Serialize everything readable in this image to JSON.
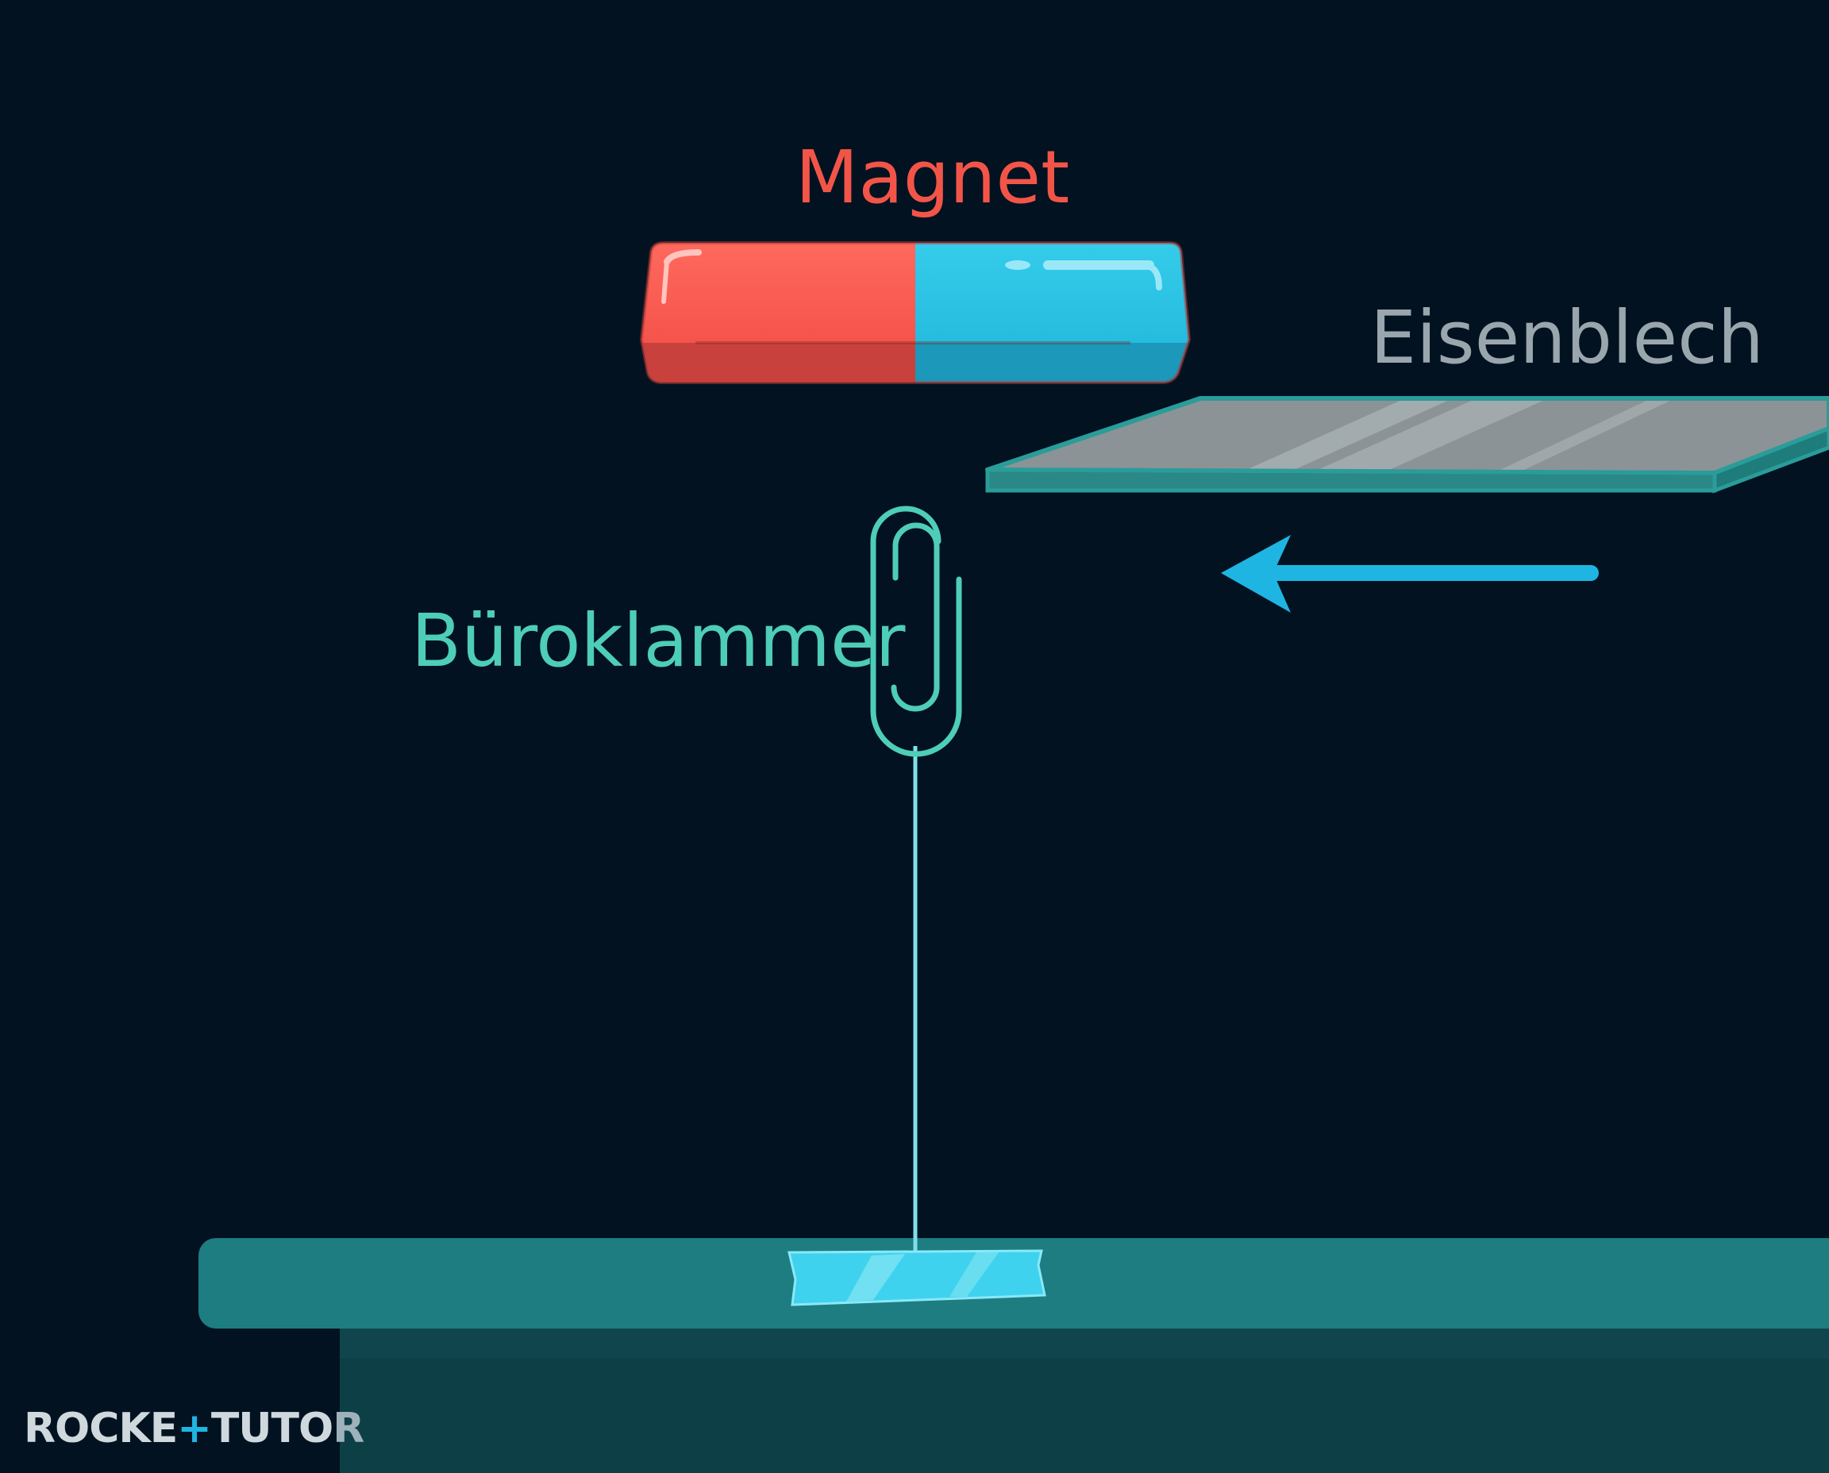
{
  "labels": {
    "magnet": "Magnet",
    "sheet": "Eisenblech",
    "clip": "Büroklammer"
  },
  "brand": {
    "part1": "ROCKE",
    "part2": "+",
    "part3": "TUTO",
    "part4": "R"
  },
  "colors": {
    "background": "#021220",
    "magnet_north": "#ff5a50",
    "magnet_south": "#22bfe0",
    "magnet_label": "#f25548",
    "sheet_label": "#9aa6ad",
    "sheet_fill": "#8b9396",
    "sheet_edge": "#2a9c9a",
    "clip": "#4ecdb8",
    "thread": "#7fe0ea",
    "arrow": "#1fb5e2",
    "table_top": "#1d7d80",
    "table_body": "#10454d",
    "tape": "#3fd2ee",
    "brand_text": "#cfd8dc",
    "brand_accent": "#1fb5e2"
  }
}
